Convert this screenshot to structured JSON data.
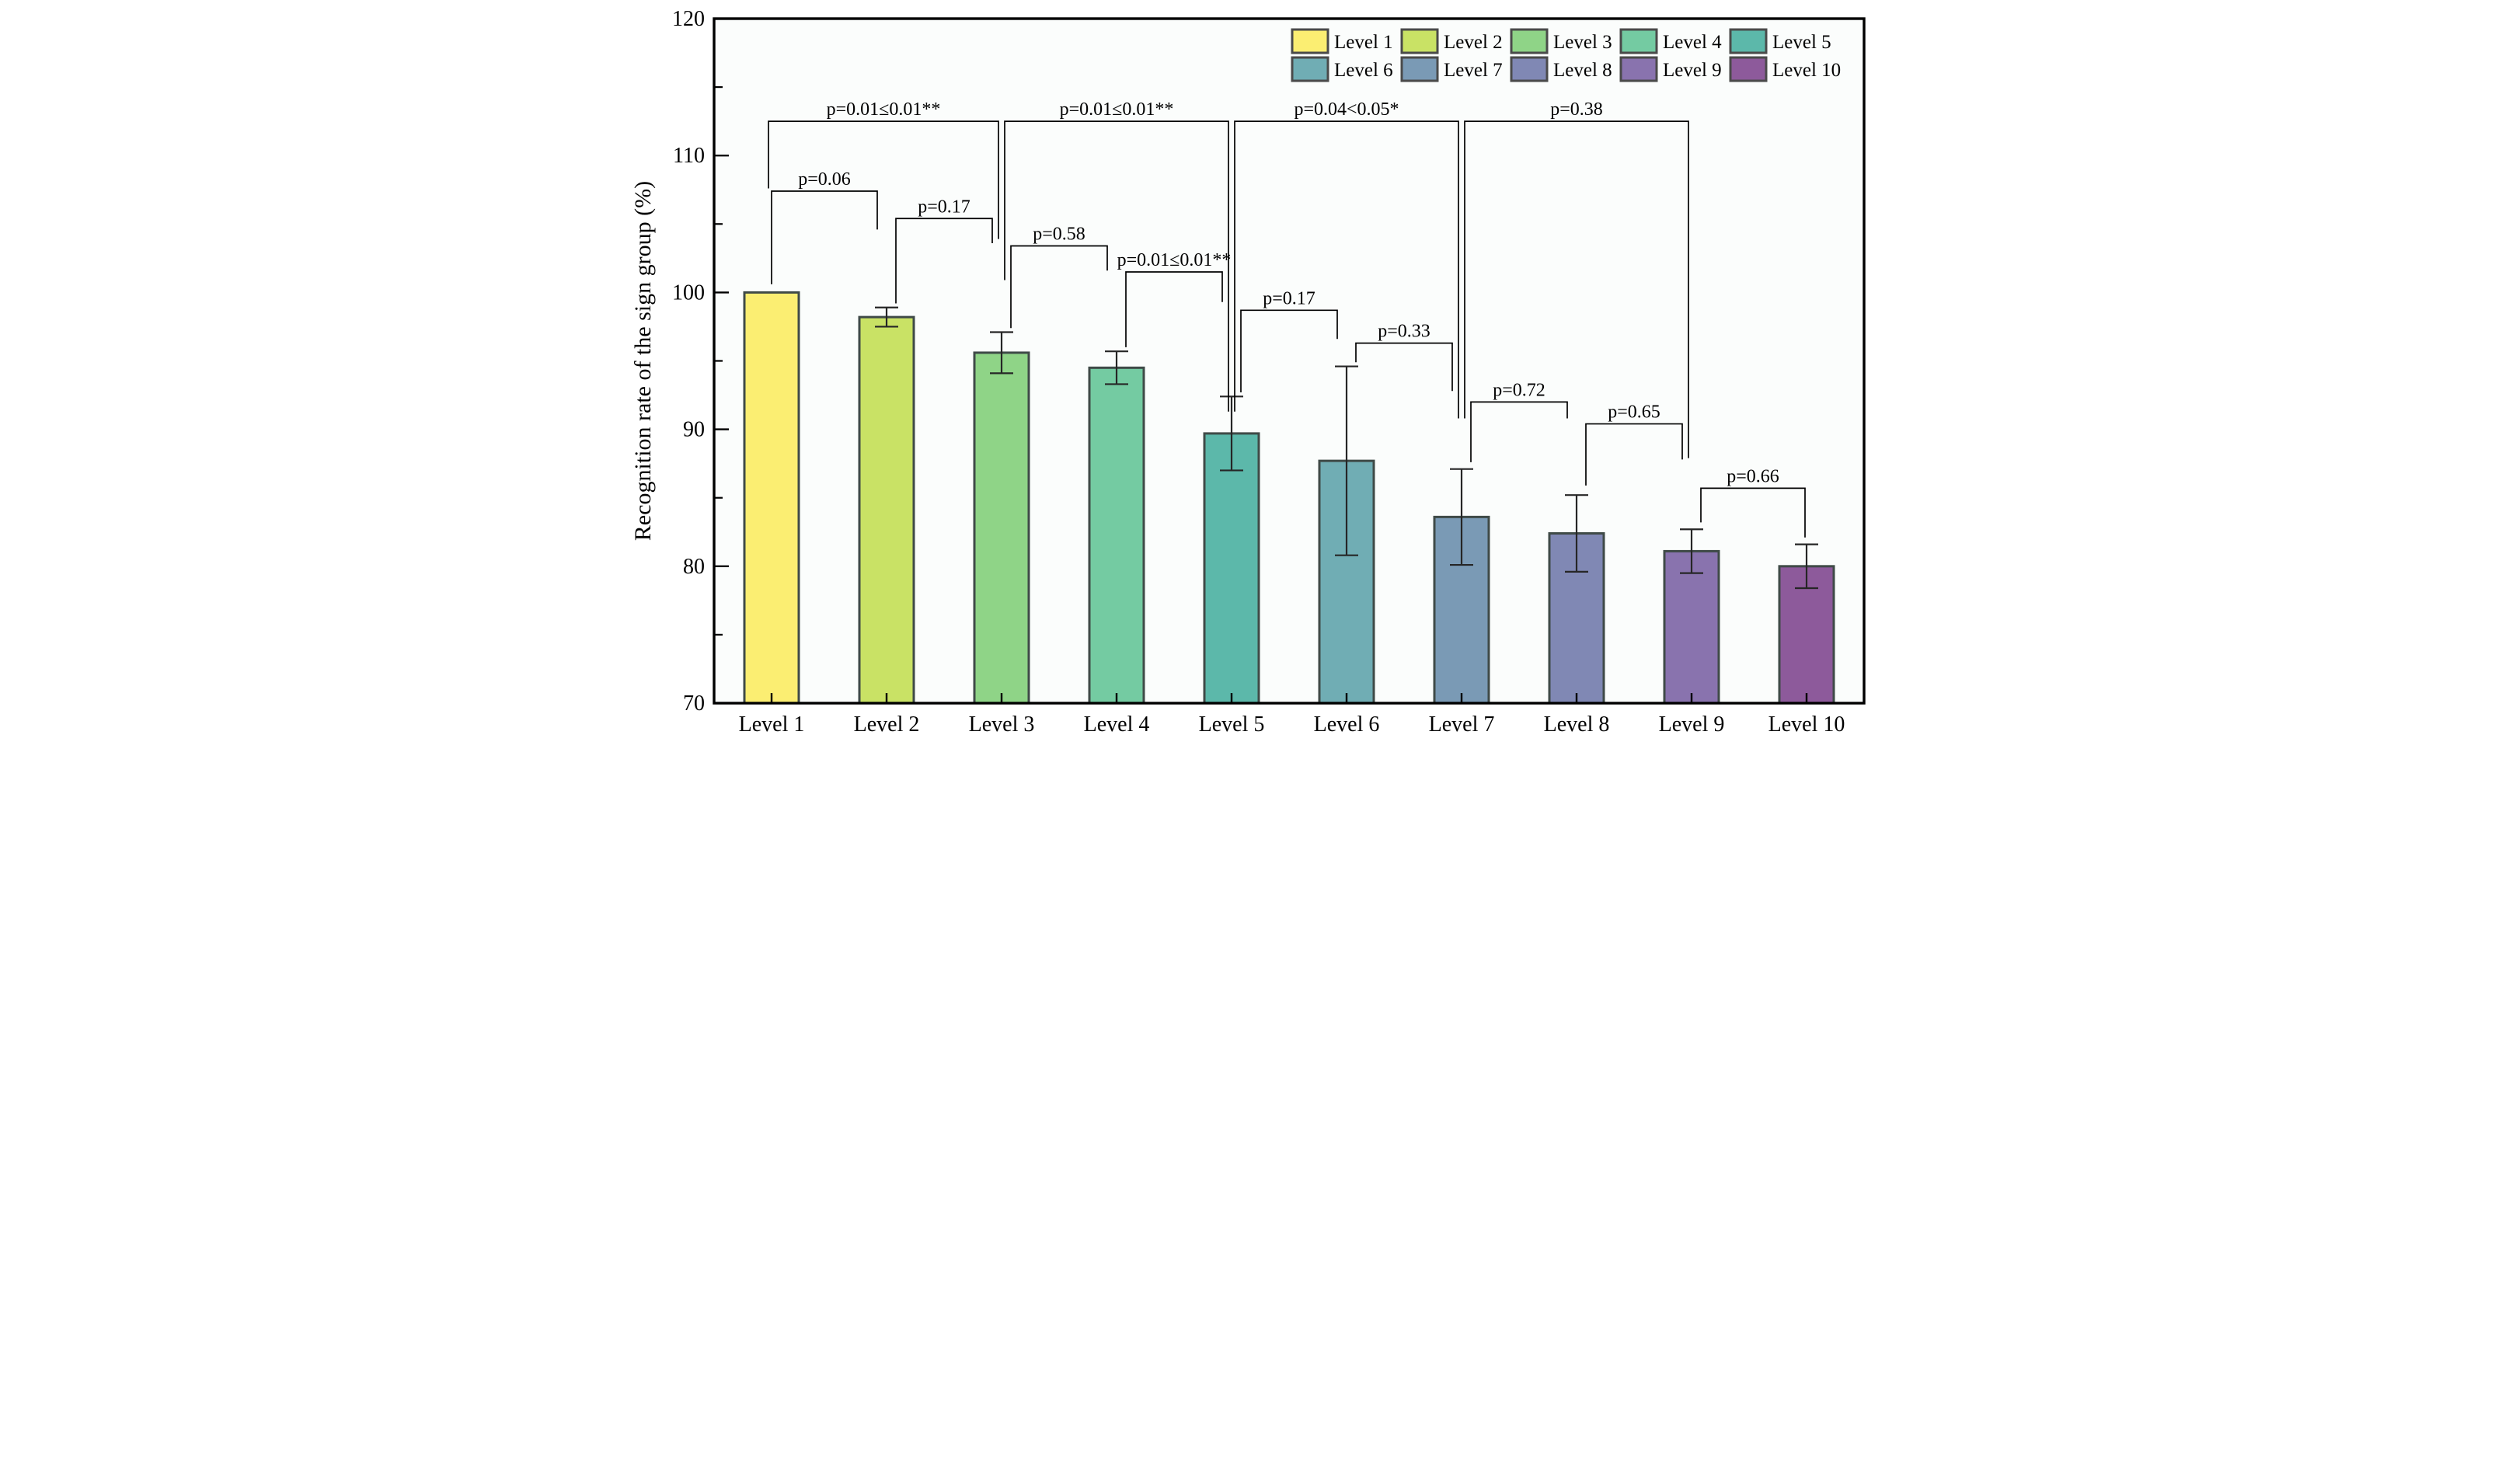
{
  "figure": {
    "kind": "statistical bar chart with error bars and pairwise significance brackets"
  },
  "chart_data": {
    "type": "bar",
    "title": "",
    "xlabel": "",
    "ylabel": "Recognition rate of the sign group (%)",
    "ylim": [
      70,
      120
    ],
    "y_major_ticks": [
      70,
      80,
      90,
      100,
      110,
      120
    ],
    "y_minor_ticks": [
      75,
      85,
      95,
      105,
      115
    ],
    "grid": false,
    "plot_background": "#fbfdfc",
    "categories": [
      "Level 1",
      "Level 2",
      "Level 3",
      "Level 4",
      "Level 5",
      "Level 6",
      "Level 7",
      "Level 8",
      "Level 9",
      "Level 10"
    ],
    "values": [
      100.0,
      98.2,
      95.6,
      94.5,
      89.7,
      87.7,
      83.6,
      82.4,
      81.1,
      80.0
    ],
    "errors": [
      0,
      0.7,
      1.5,
      1.2,
      2.7,
      6.9,
      3.5,
      2.8,
      1.6,
      1.6
    ],
    "bar_colors": [
      "#fbee72",
      "#c9e265",
      "#8fd487",
      "#74cba2",
      "#5cb8aa",
      "#70adb4",
      "#7a9ab5",
      "#8088b4",
      "#8973ae",
      "#8d5a9b"
    ],
    "bar_edge_color": "#3f4a47",
    "error_bar_color": "#262626",
    "legend": {
      "position": "top-right-inside",
      "rows": [
        [
          "Level 1",
          "Level 2",
          "Level 3",
          "Level 4",
          "Level 5"
        ],
        [
          "Level 6",
          "Level 7",
          "Level 8",
          "Level 9",
          "Level 10"
        ]
      ]
    },
    "significance_brackets": {
      "group_comparisons": [
        {
          "from": "Level 1",
          "to": "Level 3",
          "p_label": "p=0.01≤0.01**",
          "height": 112.5,
          "left_leg_end": 107.6,
          "right_leg_end": 103.9
        },
        {
          "from": "Level 3",
          "to": "Level 5",
          "p_label": "p=0.01≤0.01**",
          "height": 112.5,
          "left_leg_end": 100.9,
          "right_leg_end": 91.3
        },
        {
          "from": "Level 5",
          "to": "Level 7",
          "p_label": "p=0.04<0.05*",
          "height": 112.5,
          "left_leg_end": 91.3,
          "right_leg_end": 90.8
        },
        {
          "from": "Level 7",
          "to": "Level 9",
          "p_label": "p=0.38",
          "height": 112.5,
          "left_leg_end": 90.8,
          "right_leg_end": 87.9
        }
      ],
      "pairwise_comparisons": [
        {
          "from": "Level 1",
          "to": "Level 2",
          "p_label": "p=0.06",
          "height": 107.4,
          "left_leg_end": 100.6,
          "right_leg_end": 104.6
        },
        {
          "from": "Level 2",
          "to": "Level 3",
          "p_label": "p=0.17",
          "height": 105.4,
          "left_leg_end": 99.2,
          "right_leg_end": 103.6
        },
        {
          "from": "Level 3",
          "to": "Level 4",
          "p_label": "p=0.58",
          "height": 103.4,
          "left_leg_end": 97.4,
          "right_leg_end": 101.6
        },
        {
          "from": "Level 4",
          "to": "Level 5",
          "p_label": "p=0.01≤0.01**",
          "height": 101.5,
          "left_leg_end": 96.0,
          "right_leg_end": 99.3
        },
        {
          "from": "Level 5",
          "to": "Level 6",
          "p_label": "p=0.17",
          "height": 98.7,
          "left_leg_end": 92.7,
          "right_leg_end": 96.6
        },
        {
          "from": "Level 6",
          "to": "Level 7",
          "p_label": "p=0.33",
          "height": 96.3,
          "left_leg_end": 94.9,
          "right_leg_end": 92.8
        },
        {
          "from": "Level 7",
          "to": "Level 8",
          "p_label": "p=0.72",
          "height": 92.0,
          "left_leg_end": 87.6,
          "right_leg_end": 90.8
        },
        {
          "from": "Level 8",
          "to": "Level 9",
          "p_label": "p=0.65",
          "height": 90.4,
          "left_leg_end": 85.9,
          "right_leg_end": 87.8
        },
        {
          "from": "Level 9",
          "to": "Level 10",
          "p_label": "p=0.66",
          "height": 85.7,
          "left_leg_end": 83.2,
          "right_leg_end": 82.1
        }
      ]
    }
  }
}
